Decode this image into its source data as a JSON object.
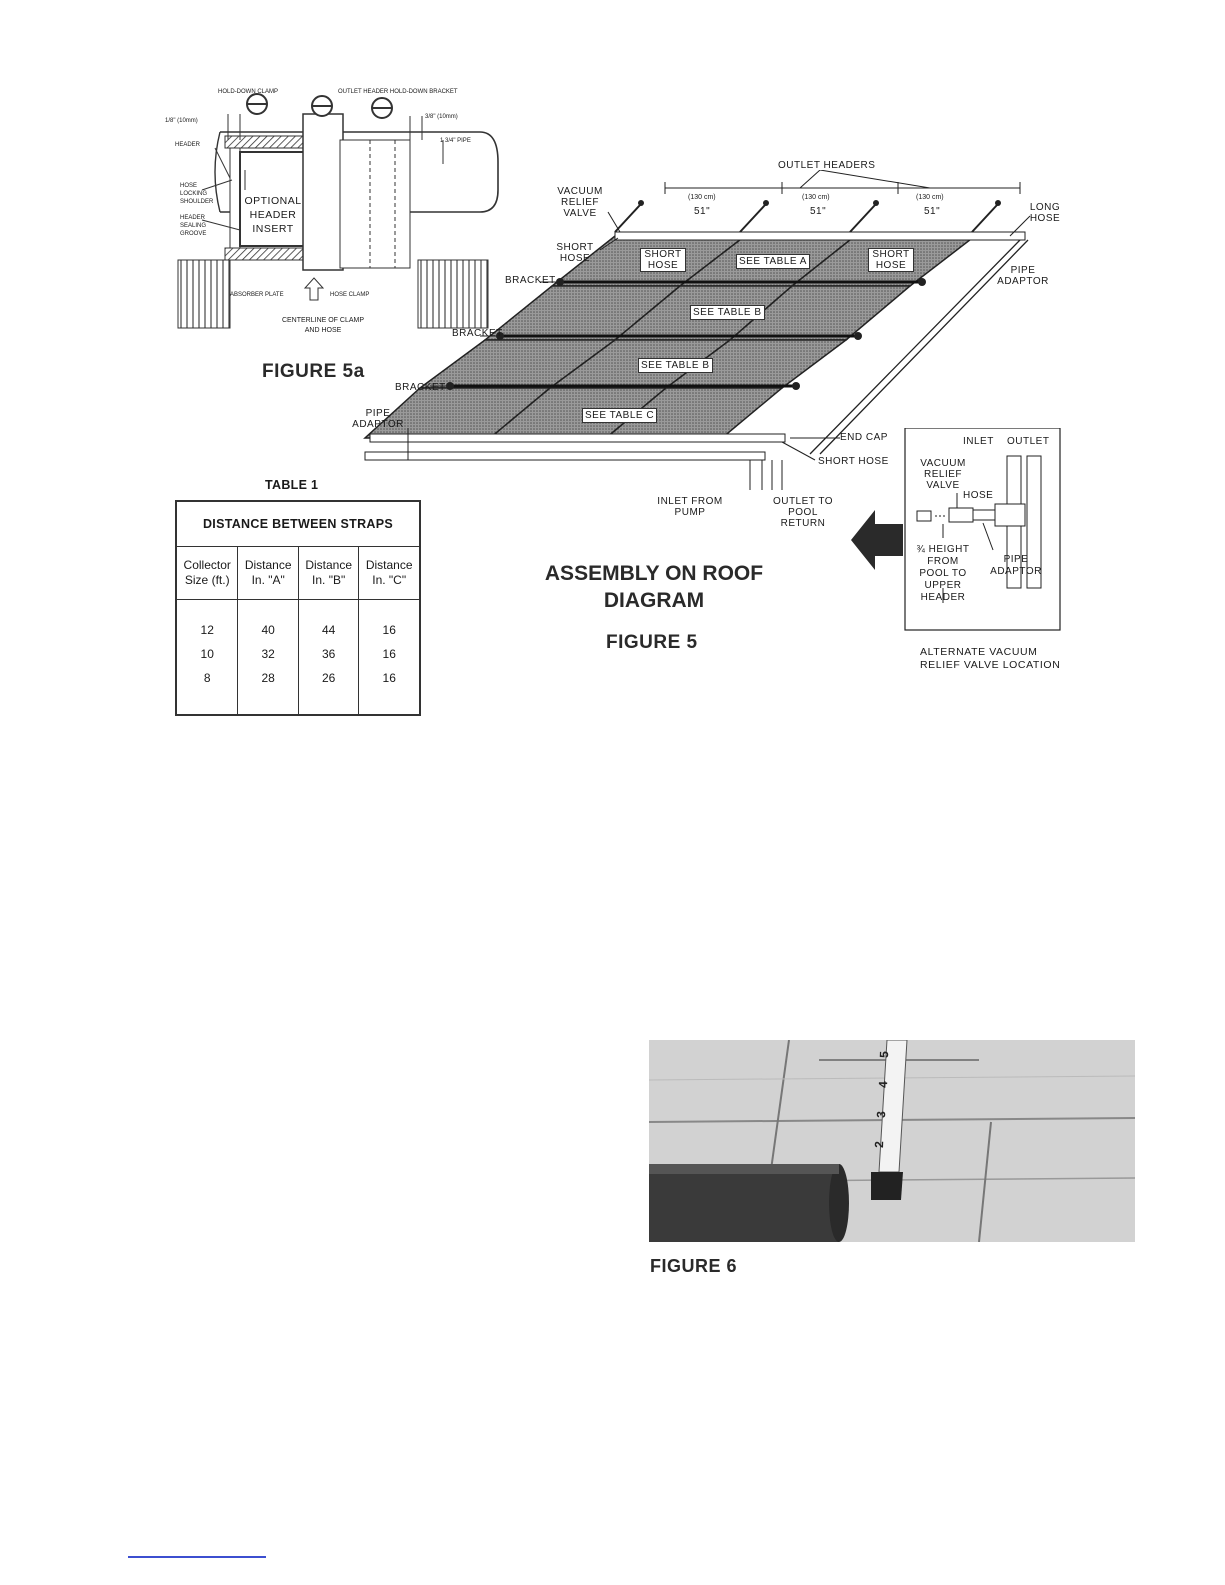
{
  "figure5a": {
    "title": "FIGURE 5a",
    "labels": {
      "holddown_clamp": "HOLD-DOWN CLAMP",
      "outlet_bracket": "OUTLET HEADER HOLD-DOWN BRACKET",
      "dim_left": "1/8\" (10mm)",
      "dim_right": "3/8\" (10mm)",
      "dim_pipe": "1 3/4\" PIPE",
      "header": "HEADER",
      "hose_locking": "HOSE LOCKING SHOULDER",
      "header_sealing": "HEADER SEALING GROOVE",
      "optional_insert": "OPTIONAL HEADER INSERT",
      "absorber_plate": "ABSORBER PLATE",
      "hose_clamp": "HOSE CLAMP",
      "centerline": "CENTERLINE OF CLAMP AND HOSE"
    }
  },
  "figure5": {
    "labels": {
      "outlet_headers": "OUTLET HEADERS",
      "vacuum_relief_valve": "VACUUM RELIEF VALVE",
      "long_hose": "LONG HOSE",
      "short_hose_top": "SHORT HOSE",
      "bracket": "BRACKET",
      "pipe_adaptor": "PIPE ADAPTOR",
      "end_cap": "END CAP",
      "short_hose_bottom": "SHORT HOSE",
      "inlet_from_pump": "INLET FROM PUMP",
      "outlet_to_pool": "OUTLET TO POOL RETURN",
      "dim_cm": "(130 cm)",
      "dim_in": "51\"",
      "panel_short_hose": "SHORT HOSE",
      "see_table_a": "SEE TABLE A",
      "see_table_b": "SEE TABLE B",
      "see_table_c": "SEE TABLE C"
    },
    "title_line1": "ASSEMBLY ON ROOF",
    "title_line2": "DIAGRAM",
    "figure_label": "FIGURE 5"
  },
  "inset": {
    "inlet": "INLET",
    "outlet": "OUTLET",
    "vacuum_relief_valve": "VACUUM RELIEF VALVE",
    "hose": "HOSE",
    "height_note": "¾ HEIGHT FROM POOL TO UPPER HEADER",
    "pipe_adaptor": "PIPE ADAPTOR",
    "caption_line1": "ALTERNATE VACUUM",
    "caption_line2": "RELIEF VALVE LOCATION"
  },
  "table1": {
    "title": "TABLE 1",
    "header": "DISTANCE BETWEEN STRAPS",
    "columns": [
      [
        "Collector",
        "Size (ft.)"
      ],
      [
        "Distance",
        "In. \"A\""
      ],
      [
        "Distance",
        "In. \"B\""
      ],
      [
        "Distance",
        "In. \"C\""
      ]
    ],
    "rows": [
      [
        "12",
        "40",
        "44",
        "16"
      ],
      [
        "10",
        "32",
        "36",
        "16"
      ],
      [
        "8",
        "28",
        "26",
        "16"
      ]
    ]
  },
  "figure6": {
    "caption": "FIGURE 6",
    "tape_numbers": [
      "5",
      "4",
      "3",
      "2"
    ]
  }
}
